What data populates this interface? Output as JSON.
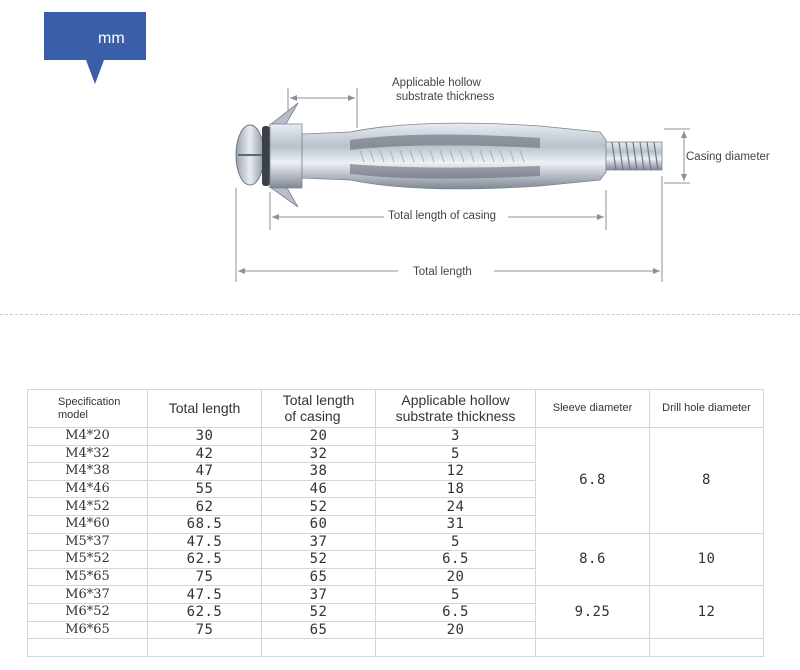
{
  "unit_label": "mm",
  "colors": {
    "badge": "#3a5fa8",
    "border": "#cfd6df",
    "line": "#8d9097"
  },
  "diagram": {
    "label_hollow_1": "Applicable hollow",
    "label_hollow_2": "substrate thickness",
    "label_casing_diameter": "Casing diameter",
    "label_casing_length": "Total length of casing",
    "label_total_length": "Total length"
  },
  "table": {
    "headers": {
      "model_1": "Specification",
      "model_2": "model",
      "total_length": "Total length",
      "casing_1": "Total length",
      "casing_2": "of casing",
      "hollow_1": "Applicable hollow",
      "hollow_2": "substrate thickness",
      "sleeve": "Sleeve diameter",
      "drill": "Drill hole diameter"
    },
    "rows": [
      {
        "model": "M4*20",
        "total": "30",
        "casing": "20",
        "hollow": "3"
      },
      {
        "model": "M4*32",
        "total": "42",
        "casing": "32",
        "hollow": "5"
      },
      {
        "model": "M4*38",
        "total": "47",
        "casing": "38",
        "hollow": "12"
      },
      {
        "model": "M4*46",
        "total": "55",
        "casing": "46",
        "hollow": "18"
      },
      {
        "model": "M4*52",
        "total": "62",
        "casing": "52",
        "hollow": "24"
      },
      {
        "model": "M4*60",
        "total": "68.5",
        "casing": "60",
        "hollow": "31"
      },
      {
        "model": "M5*37",
        "total": "47.5",
        "casing": "37",
        "hollow": "5"
      },
      {
        "model": "M5*52",
        "total": "62.5",
        "casing": "52",
        "hollow": "6.5"
      },
      {
        "model": "M5*65",
        "total": "75",
        "casing": "65",
        "hollow": "20"
      },
      {
        "model": "M6*37",
        "total": "47.5",
        "casing": "37",
        "hollow": "5"
      },
      {
        "model": "M6*52",
        "total": "62.5",
        "casing": "52",
        "hollow": "6.5"
      },
      {
        "model": "M6*65",
        "total": "75",
        "casing": "65",
        "hollow": "20"
      }
    ],
    "groups": [
      {
        "sleeve": "6.8",
        "drill": "8"
      },
      {
        "sleeve": "8.6",
        "drill": "10"
      },
      {
        "sleeve": "9.25",
        "drill": "12"
      }
    ]
  }
}
